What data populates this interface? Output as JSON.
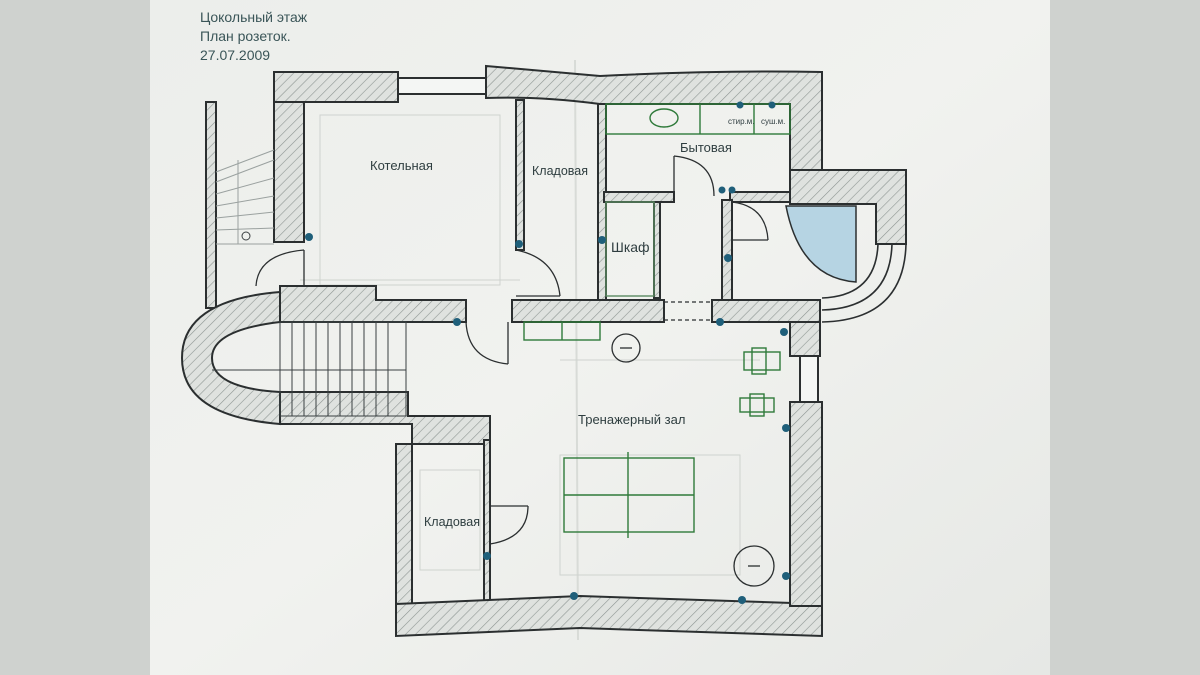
{
  "header": {
    "line1": "Цокольный этаж",
    "line2": "План розеток.",
    "line3": "27.07.2009"
  },
  "rooms": {
    "boiler": "Котельная",
    "storage_top": "Кладовая",
    "utility": "Бытовая",
    "closet": "Шкаф",
    "gym": "Тренажерный зал",
    "storage_bottom": "Кладовая"
  },
  "appliances": {
    "washer": "стир.м.",
    "dryer": "суш.м."
  },
  "colors": {
    "wall_stroke": "#2b2f30",
    "hatch": "#8e9693",
    "socket": "#1f5f7a",
    "fixture": "#2f7a3a",
    "bath_fill": "#b6d4e3"
  }
}
